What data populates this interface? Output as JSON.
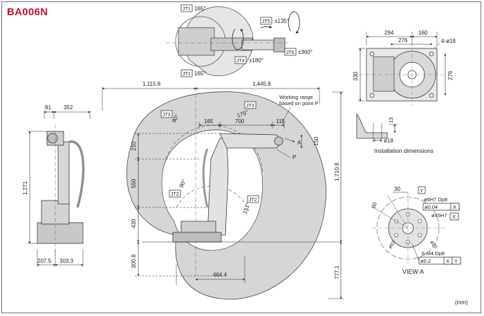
{
  "model": "BA006N",
  "units_note": "(mm)",
  "colors": {
    "brand_red": "#c8102e",
    "work_range_fill": "#d6d6d6",
    "line": "#222222",
    "robot_fill": "#bdbdbd"
  },
  "top_view": {
    "jt1_top": "JT1",
    "jt1_top_deg": "165°",
    "jt1_bottom": "JT1",
    "jt1_bottom_deg": "165°",
    "jt5": "JT5",
    "jt5_deg": "±135°",
    "jt4": "JT4",
    "jt4_deg": "±180°",
    "jt6": "JT6",
    "jt6_deg": "±360°"
  },
  "side_view": {
    "dim_81": "81",
    "dim_352": "352",
    "dim_1271": "1,271",
    "dim_2075": "207.5",
    "dim_3033": "303.3"
  },
  "main_view": {
    "dim_1115": "1,115.8",
    "dim_1445": "1,445.8",
    "working_range_1": "Working range",
    "working_range_2": "based on point P",
    "jt3_label": "JT3",
    "jt3_deg_left": "90°",
    "jt3_deg_right": "175°",
    "jt2_label_left": "JT2",
    "jt2_deg_left": "90°",
    "jt2_label_right": "JT2",
    "jt2_deg_right": "151°",
    "dim_165": "165",
    "dim_700": "700",
    "dim_115": "115",
    "dim_150": "150",
    "dim_210": "210",
    "dim_550": "550",
    "dim_430": "430",
    "dim_3008": "300.8",
    "dim_1710": "1,710.8",
    "dim_7771": "777.1",
    "dim_4644": "464.4",
    "point_p": "P",
    "arrow_a": "A"
  },
  "base_view": {
    "dim_294": "294",
    "dim_160": "160",
    "dim_276_top": "276",
    "dim_4phi18": "4-ø18",
    "dim_330": "330",
    "dim_276_side": "276"
  },
  "installation": {
    "dim_13": "13",
    "dim_phi18": "ø18",
    "caption": "Installation dimensions"
  },
  "view_a": {
    "dim_30": "30",
    "dim_60": "60",
    "datum_y": "Y",
    "datum_x": "X",
    "hole_spec": "ø6H7 Dp8",
    "tol_1": "ø0.04",
    "bolt_circle": "ø45H7",
    "dim_phi63": "ø63",
    "dim_phi20": "ø20",
    "thread_spec": "6-M4 Dp8",
    "tol_2": "ø0.2",
    "caption": "VIEW  A"
  }
}
